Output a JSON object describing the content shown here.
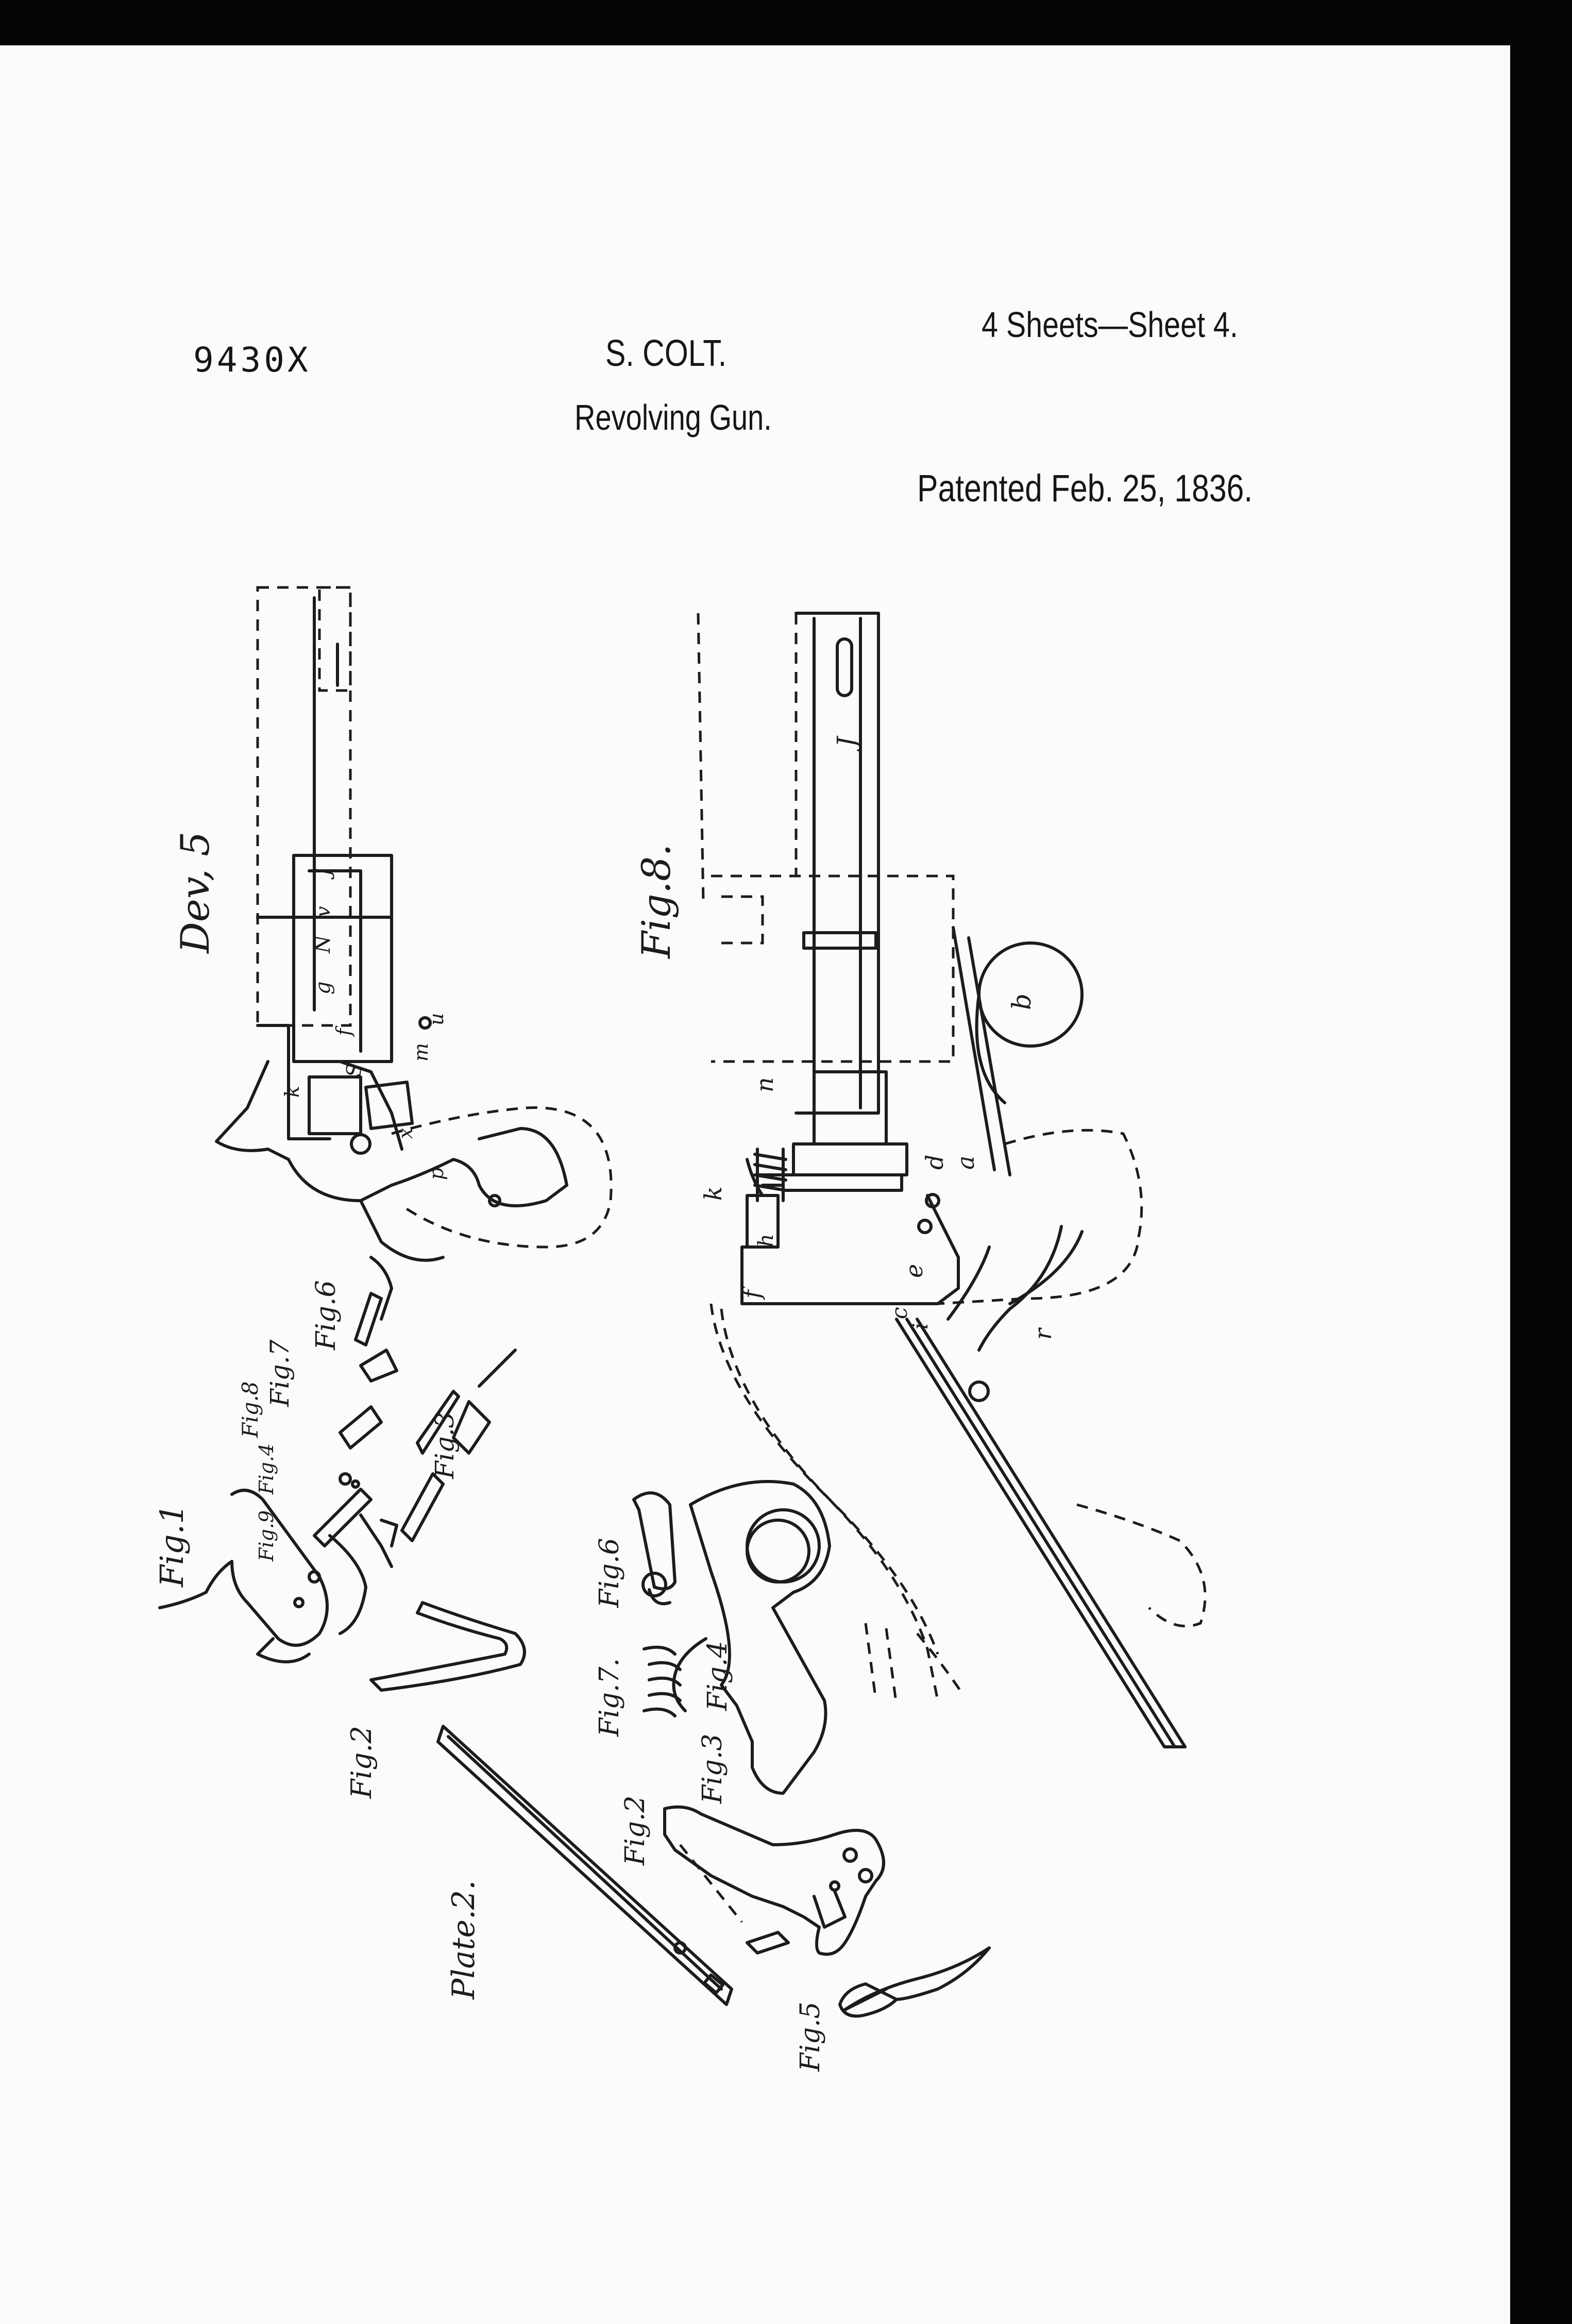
{
  "header": {
    "ref_number": "9430X",
    "inventor": "S. COLT.",
    "title": "Revolving Gun.",
    "sheets": "4 Sheets—Sheet 4.",
    "patented": "Patented Feb. 25, 1836."
  },
  "drawing": {
    "figure_labels": {
      "dev5": "Dev, 5",
      "fig8_main": "Fig.8.",
      "plate2": "Plate.2.",
      "fig1": "Fig.1",
      "fig2_left": "Fig.2",
      "fig4_upper": "Fig.4",
      "fig9": "Fig.9",
      "fig8_small": "Fig.8",
      "fig7_upper": "Fig.7",
      "fig6_upper": "Fig.6",
      "fig3_upper": "Fig.3",
      "fig6_lower": "Fig.6",
      "fig7_lower": "Fig.7.",
      "fig4_lower": "Fig.4",
      "fig3_lower": "Fig.3",
      "fig2_lower": "Fig.2",
      "fig5": "Fig.5"
    },
    "part_letters": {
      "dev_J": "J",
      "dev_v": "v",
      "dev_N": "N",
      "dev_g": "g",
      "dev_f": "f",
      "dev_S": "S",
      "dev_u": "u",
      "dev_m": "m",
      "dev_k": "k",
      "dev_x": "x",
      "dev_p": "p",
      "f8_J": "J",
      "f8_b": "b",
      "f8_n": "n",
      "f8_d": "d",
      "f8_a": "a",
      "f8_k": "k",
      "f8_h": "h",
      "f8_f": "f",
      "f8_e": "e",
      "f8_i": "i",
      "f8_c": "c",
      "f8_r": "r"
    }
  }
}
